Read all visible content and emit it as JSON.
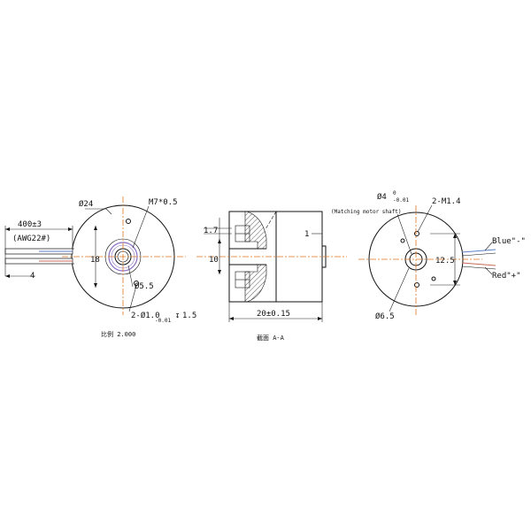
{
  "left_view": {
    "diameter": "Ø24",
    "thread": "M7*0.5",
    "lead_length": "400±3",
    "wire_gauge": "(AWG22#)",
    "wire_dim": "4",
    "height": "18",
    "bore": "Ø5.5",
    "holes": "2-Ø1.0",
    "holes_tol": "-0.01",
    "holes_depth": "1.5",
    "scale": "比例 2.000"
  },
  "section_view": {
    "dim_top": "1.7",
    "dim_mid": "10",
    "dim_right": "1",
    "length": "20±0.15",
    "caption": "截面 A-A"
  },
  "right_view": {
    "hole_dia": "Ø4",
    "hole_tol_top": "0",
    "hole_tol_bottom": "-0.01",
    "note": "(Matching motor shaft)",
    "screw": "2-M1.4",
    "spacing": "12.5",
    "boss": "Ø6.5",
    "wire_blue": "Blue\"-\"",
    "wire_red": "Red\"+\""
  },
  "colors": {
    "centerline": "#e0761e",
    "wire_blue": "#5a7fc4",
    "wire_red": "#c96a5a",
    "bearing": "#8a6fc4"
  }
}
